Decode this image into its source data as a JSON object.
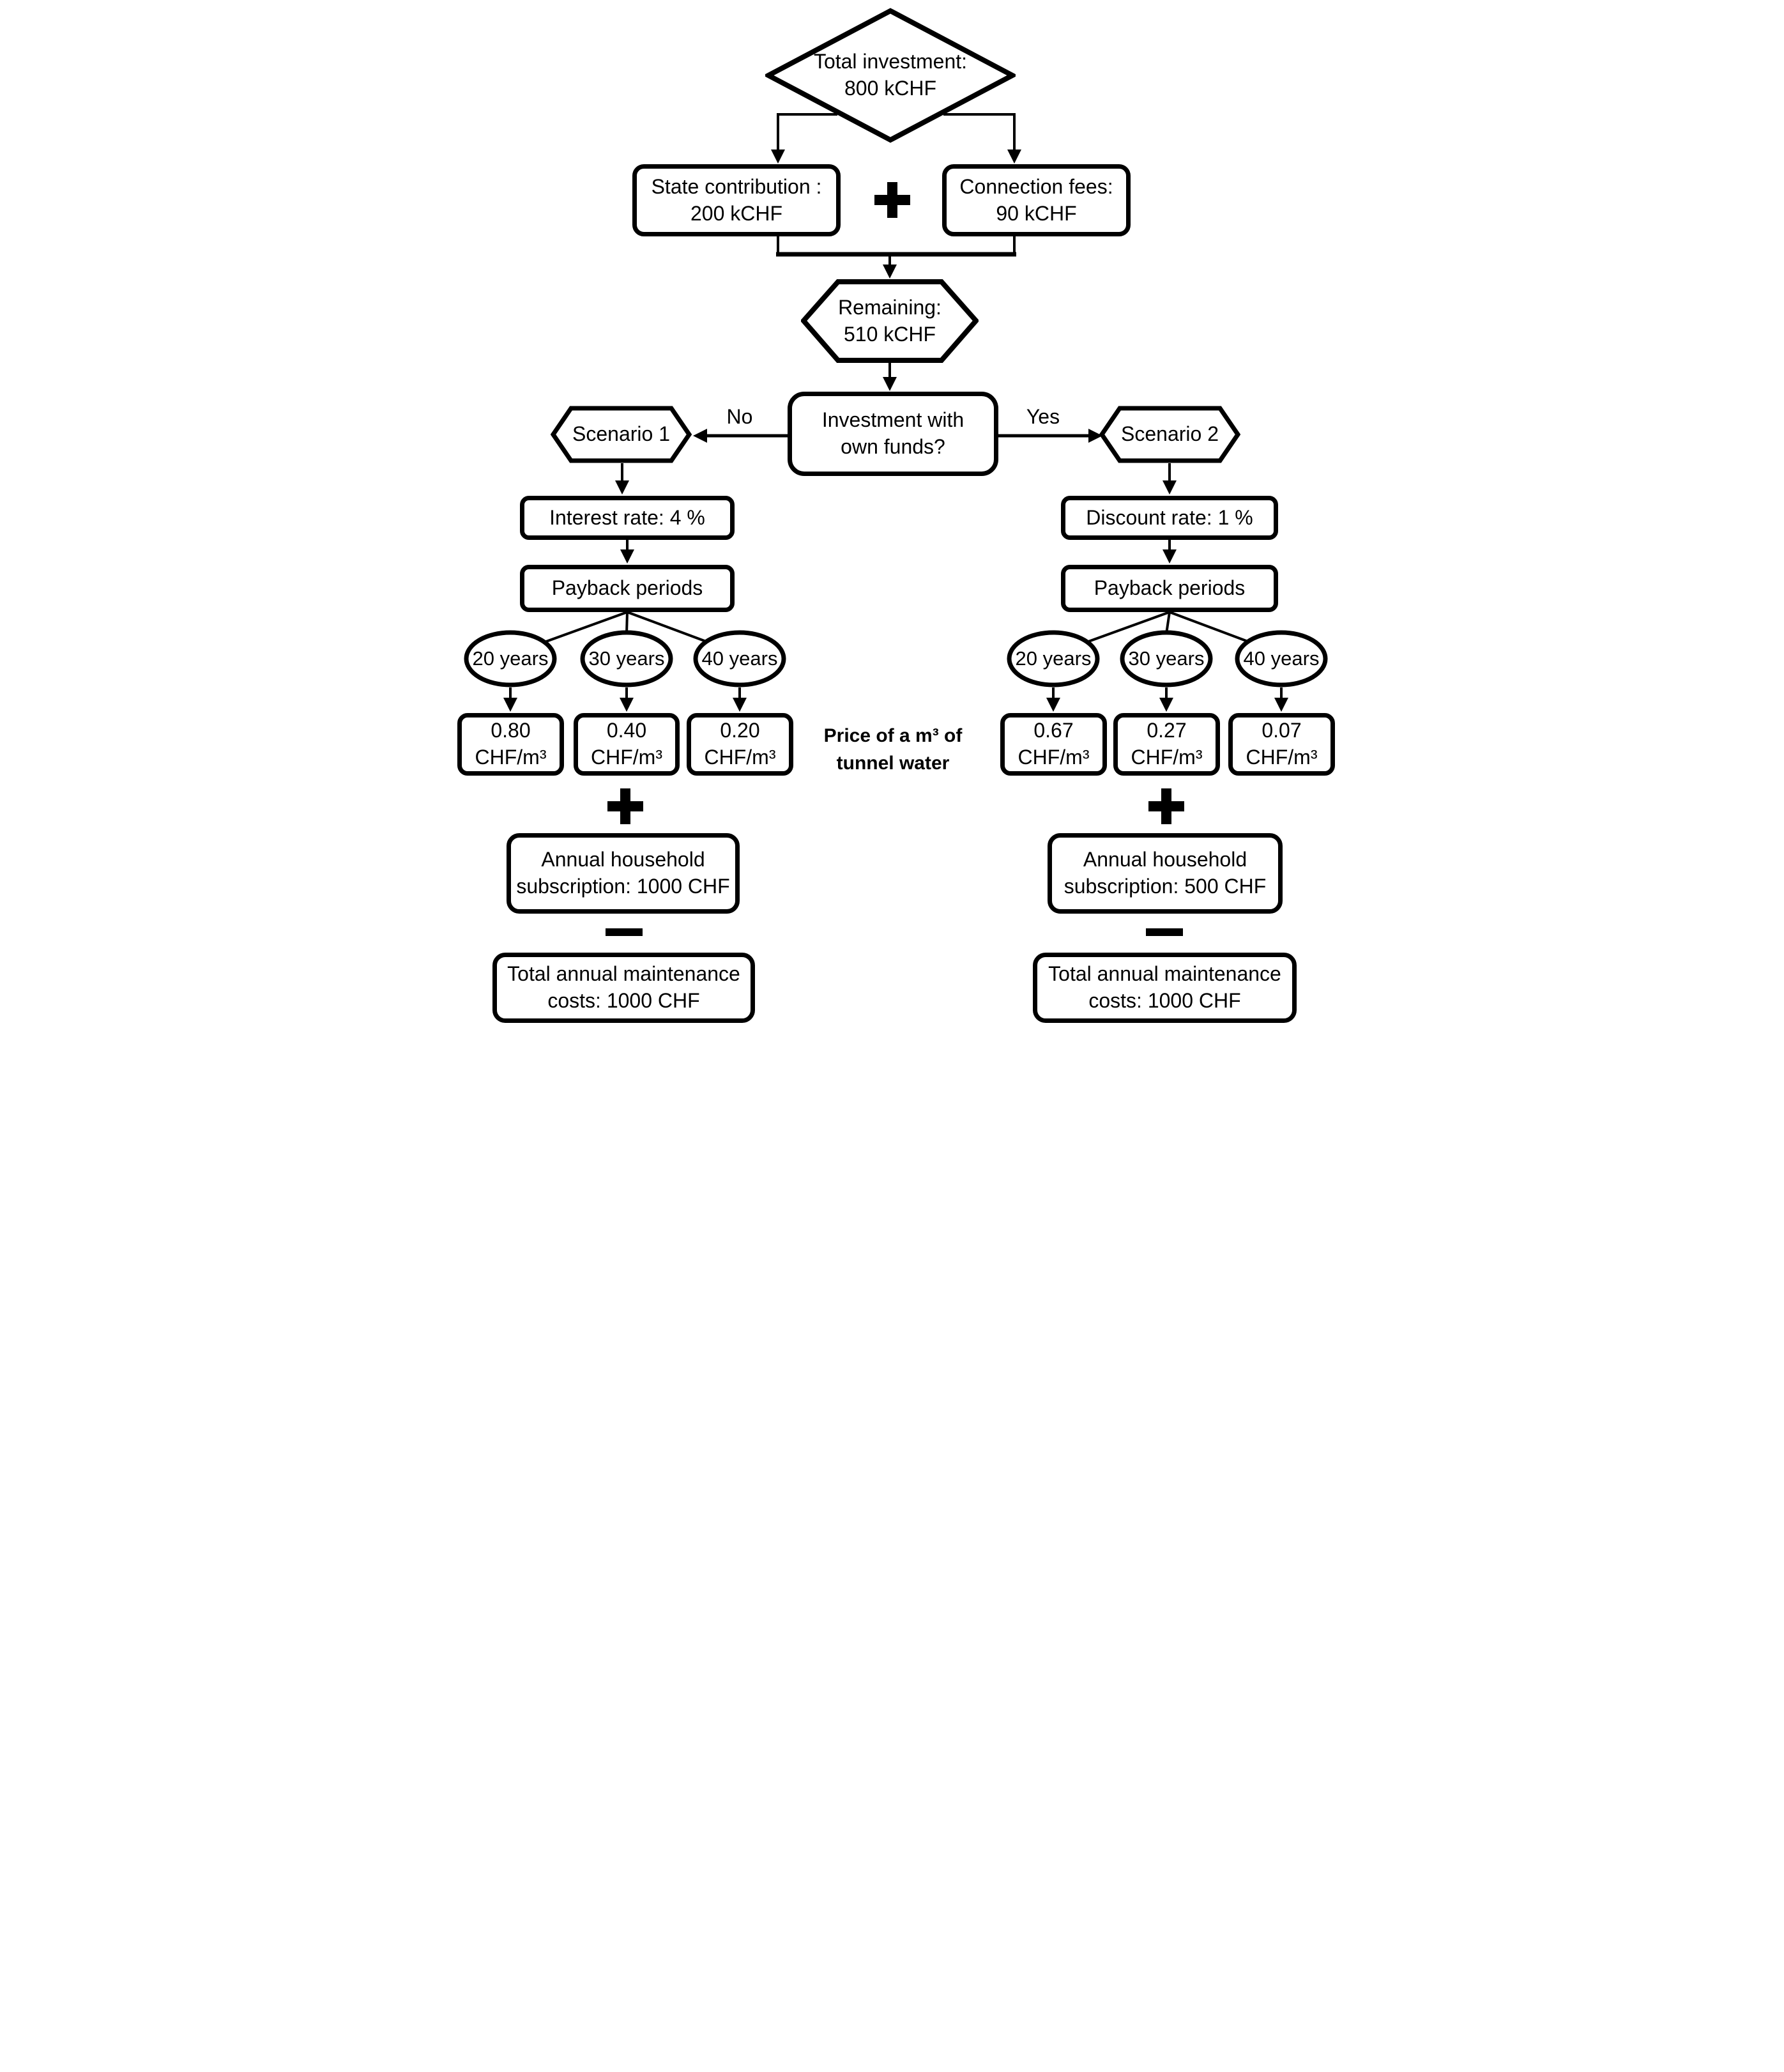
{
  "flowchart": {
    "total_investment": {
      "line1": "Total investment:",
      "line2": "800 kCHF"
    },
    "state_contribution": {
      "line1": "State contribution :",
      "line2": "200 kCHF"
    },
    "connection_fees": {
      "line1": "Connection fees:",
      "line2": "90 kCHF"
    },
    "remaining": {
      "line1": "Remaining:",
      "line2": "510 kCHF"
    },
    "decision": {
      "line1": "Investment with",
      "line2": "own funds?"
    },
    "branch_no": "No",
    "branch_yes": "Yes",
    "operators": {
      "plus": "+",
      "minus": "−"
    },
    "center_label": {
      "line1": "Price of a m³ of",
      "line2": "tunnel water"
    },
    "scenario1": {
      "name": "Scenario 1",
      "rate": "Interest rate: 4 %",
      "payback": "Payback periods",
      "periods": [
        "20 years",
        "30 years",
        "40 years"
      ],
      "prices": [
        {
          "value": "0.80",
          "unit": "CHF/m³"
        },
        {
          "value": "0.40",
          "unit": "CHF/m³"
        },
        {
          "value": "0.20",
          "unit": "CHF/m³"
        }
      ],
      "subscription": {
        "line1": "Annual household",
        "line2": "subscription: 1000 CHF"
      },
      "maintenance": {
        "line1": "Total annual maintenance",
        "line2": "costs: 1000 CHF"
      }
    },
    "scenario2": {
      "name": "Scenario 2",
      "rate": "Discount rate: 1 %",
      "payback": "Payback periods",
      "periods": [
        "20 years",
        "30 years",
        "40 years"
      ],
      "prices": [
        {
          "value": "0.67",
          "unit": "CHF/m³"
        },
        {
          "value": "0.27",
          "unit": "CHF/m³"
        },
        {
          "value": "0.07",
          "unit": "CHF/m³"
        }
      ],
      "subscription": {
        "line1": "Annual household",
        "line2": "subscription: 500 CHF"
      },
      "maintenance": {
        "line1": "Total annual maintenance",
        "line2": "costs: 1000 CHF"
      }
    }
  }
}
